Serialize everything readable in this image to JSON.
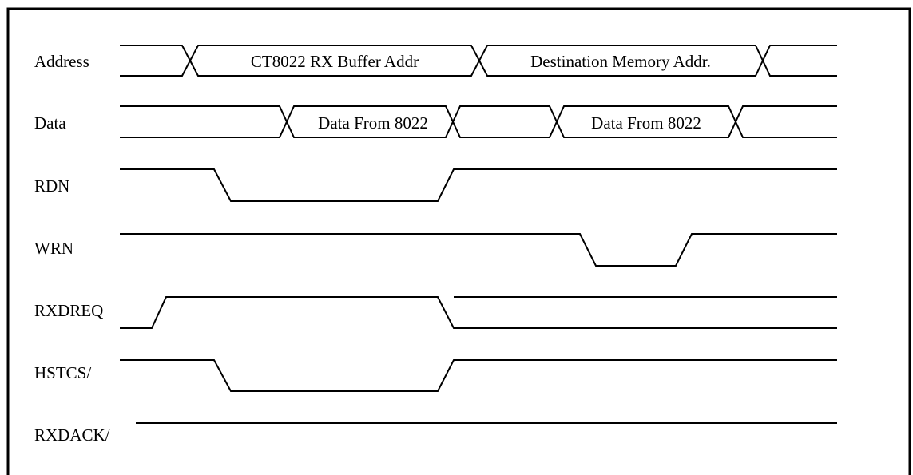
{
  "signals": {
    "address": "Address",
    "data": "Data",
    "rdn": "RDN",
    "wrn": "WRN",
    "rxdreq": "RXDREQ",
    "hstcs": "HSTCS/",
    "rxdack": "RXDACK/"
  },
  "bus_values": {
    "address_1": "CT8022 RX Buffer Addr",
    "address_2": "Destination Memory Addr.",
    "data_1": "Data From 8022",
    "data_2": "Data From 8022"
  }
}
